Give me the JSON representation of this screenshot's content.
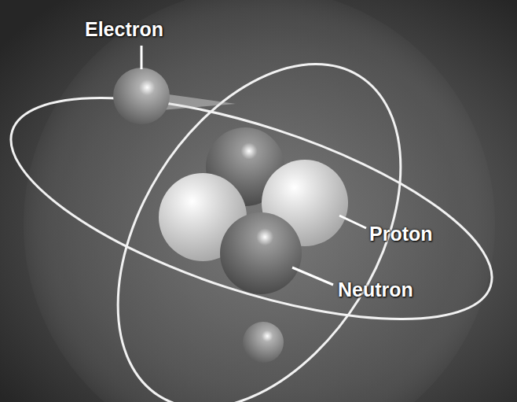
{
  "diagram": {
    "labels": [
      "Electron",
      "Proton",
      "Neutron"
    ]
  }
}
